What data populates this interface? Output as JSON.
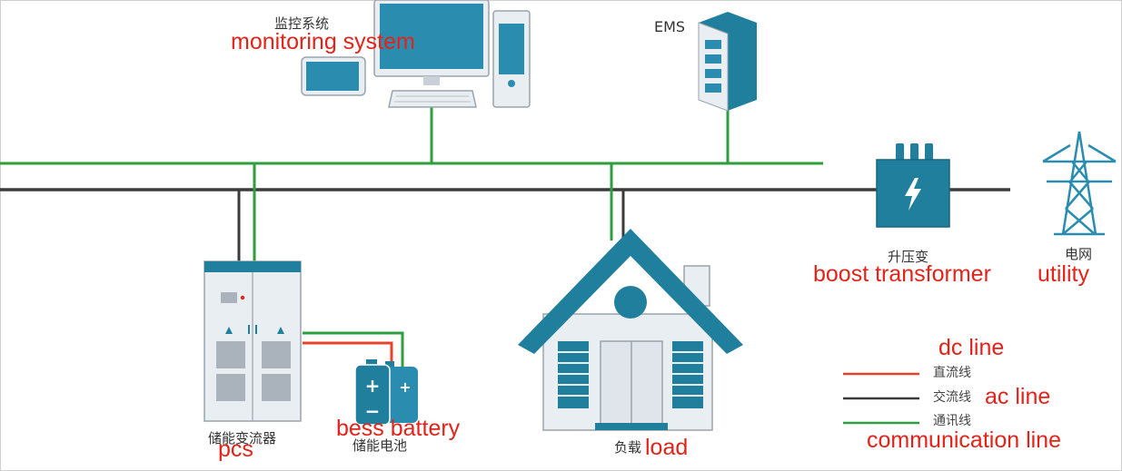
{
  "labels": {
    "monitoring_cn": "监控系统",
    "monitoring_en": "monitoring system",
    "ems": "EMS",
    "transformer_cn": "升压变",
    "transformer_en": "boost transformer",
    "grid_cn": "电网",
    "grid_en": "utility",
    "pcs_cn": "储能变流器",
    "pcs_en": "pcs",
    "battery_cn": "储能电池",
    "battery_en": "bess battery",
    "load_cn": "负载",
    "load_en": "load"
  },
  "legend": {
    "dc_cn": "直流线",
    "dc_en": "dc line",
    "ac_cn": "交流线",
    "ac_en": "ac line",
    "comm_cn": "通讯线",
    "comm_en": "communication line"
  },
  "colors": {
    "dc_line": "#e8422b",
    "ac_line": "#3b3b3b",
    "comm_line": "#2e9e3e",
    "device_teal": "#1f7f9c",
    "device_light": "#e9eef2",
    "annotation": "#e3231a"
  }
}
